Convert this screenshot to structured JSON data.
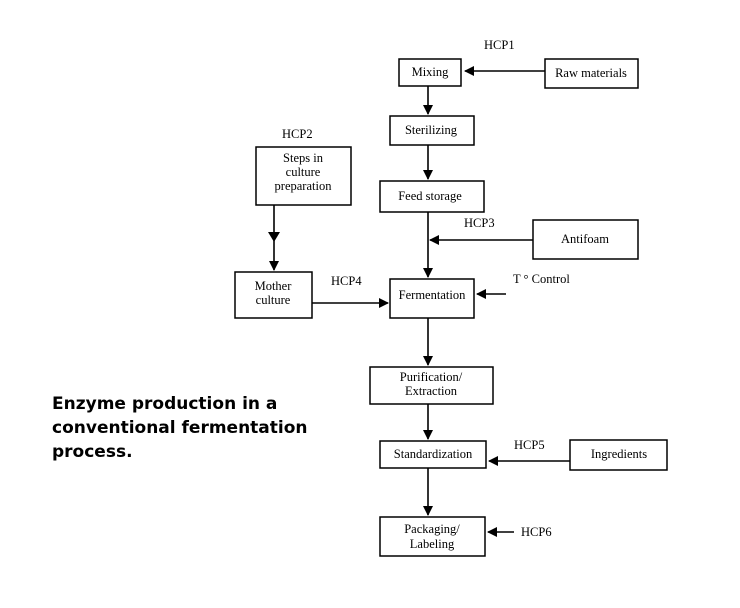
{
  "nodes": {
    "mixing": "Mixing",
    "raw_materials": "Raw materials",
    "sterilizing": "Sterilizing",
    "steps_culture": [
      "Steps in",
      "culture",
      "preparation"
    ],
    "feed_storage": "Feed storage",
    "antifoam": "Antifoam",
    "mother_culture": [
      "Mother",
      "culture"
    ],
    "fermentation": "Fermentation",
    "purification": [
      "Purification/",
      "Extraction"
    ],
    "standardization": "Standardization",
    "ingredients": "Ingredients",
    "packaging": [
      "Packaging/",
      "Labeling"
    ]
  },
  "labels": {
    "hcp1": "HCP1",
    "hcp2": "HCP2",
    "hcp3": "HCP3",
    "hcp4": "HCP4",
    "hcp5": "HCP5",
    "hcp6": "HCP6",
    "t_control": "T ° Control"
  },
  "caption": [
    "Enzyme production in a",
    "conventional fermentation",
    "process."
  ]
}
